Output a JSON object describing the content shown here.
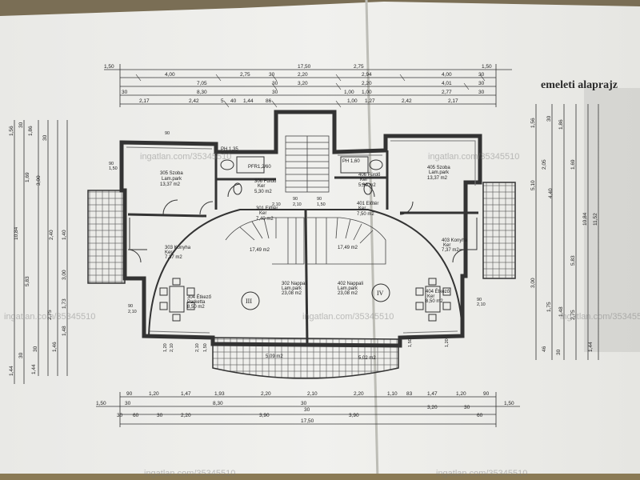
{
  "title": "emeleti alaprajz",
  "watermark": "ingatlan.com/35345510",
  "top_dims": {
    "row1": [
      "1,50",
      "17,50",
      "2,75",
      "1,50"
    ],
    "row2": [
      "4,00",
      "2,75",
      "30",
      "2,20",
      "2,94",
      "4,00",
      "30"
    ],
    "row3": [
      "7,05",
      "30",
      "3,20",
      "2,20",
      "4,01",
      "30"
    ],
    "row4": [
      "30",
      "8,30",
      "30",
      "1,00",
      "1,00",
      "2,77",
      "30"
    ],
    "row5": [
      "2,17",
      "2,42",
      "5",
      "40",
      "1,44",
      "86",
      "1,00",
      "1,27",
      "2,42",
      "2,17"
    ]
  },
  "bottom_dims": {
    "row1": [
      "90",
      "1,20",
      "1,47",
      "1,93",
      "2,20",
      "2,10",
      "2,20",
      "1,10",
      "83",
      "1,47",
      "1,20",
      "90"
    ],
    "row2": [
      "1,50",
      "30",
      "8,30",
      "30",
      "1,50"
    ],
    "row3": [
      "30",
      "60",
      "30",
      "2,20",
      "3,90",
      "30",
      "3,90",
      "3,20",
      "30",
      "60"
    ],
    "total": "17,50"
  },
  "left_dims": [
    "1,56",
    "30",
    "1,86",
    "30",
    "1,69",
    "3,00",
    "5,83",
    "2,75",
    "10,84",
    "2,40",
    "1,40",
    "3,00",
    "1,73",
    "1,48",
    "1,44",
    "1,46",
    "30",
    "30",
    "1,44"
  ],
  "right_dims": [
    "1,56",
    "30",
    "1,86",
    "2,05",
    "1,69",
    "5,10",
    "4,40",
    "5,83",
    "10,84",
    "11,52",
    "3,00",
    "1,75",
    "1,48",
    "2,75",
    "1,44",
    "46",
    "30"
  ],
  "rooms": [
    {
      "id": "305",
      "name": "305 Szoba",
      "floor": "Lam.park",
      "area": "13,37 m2"
    },
    {
      "id": "306",
      "name": "306 Fürdő",
      "floor": "Ker",
      "area": "5,30 m2"
    },
    {
      "id": "301",
      "name": "301 Előtér",
      "floor": "Ker",
      "area": "7,40 m2"
    },
    {
      "id": "303",
      "name": "303 Konyha",
      "floor": "Ker",
      "area": "7,37 m2"
    },
    {
      "id": "304",
      "name": "304 Étkező",
      "floor": "Parketta",
      "area": "8,50 m2"
    },
    {
      "id": "302",
      "name": "302 Nappali",
      "floor": "Lam.park",
      "area": "23,08 m2"
    },
    {
      "id": "402",
      "name": "402 Nappali",
      "floor": "Lam.park",
      "area": "23,08 m2"
    },
    {
      "id": "404",
      "name": "404 Étkező",
      "floor": "Ker",
      "area": "8,50 m2"
    },
    {
      "id": "403",
      "name": "403 Konyha",
      "floor": "Ker",
      "area": "7,37 m2"
    },
    {
      "id": "401",
      "name": "401 Előtér",
      "floor": "Ker",
      "area": "7,50 m2"
    },
    {
      "id": "406",
      "name": "406 Fürdő",
      "floor": "Ker",
      "area": "5,30 m2"
    },
    {
      "id": "405",
      "name": "405 Szoba",
      "floor": "Lam.park",
      "area": "13,37 m2"
    }
  ],
  "stair_areas": [
    "17,49 m2",
    "17,49 m2"
  ],
  "balcony_areas": [
    "5,09 m2",
    "5,02 m2"
  ],
  "pipe_labels": [
    "PH 1,35",
    "PFR1,2/60",
    "PH 1,60"
  ],
  "unit_markers": [
    "III",
    "IV"
  ],
  "small_dims": [
    "90",
    "1,50",
    "90",
    "2,10",
    "90",
    "2,10",
    "90",
    "1,50",
    "90",
    "2,10",
    "90",
    "2,10",
    "1,20",
    "2,10",
    "1,50",
    "2,10",
    "1,50",
    "1,20"
  ]
}
